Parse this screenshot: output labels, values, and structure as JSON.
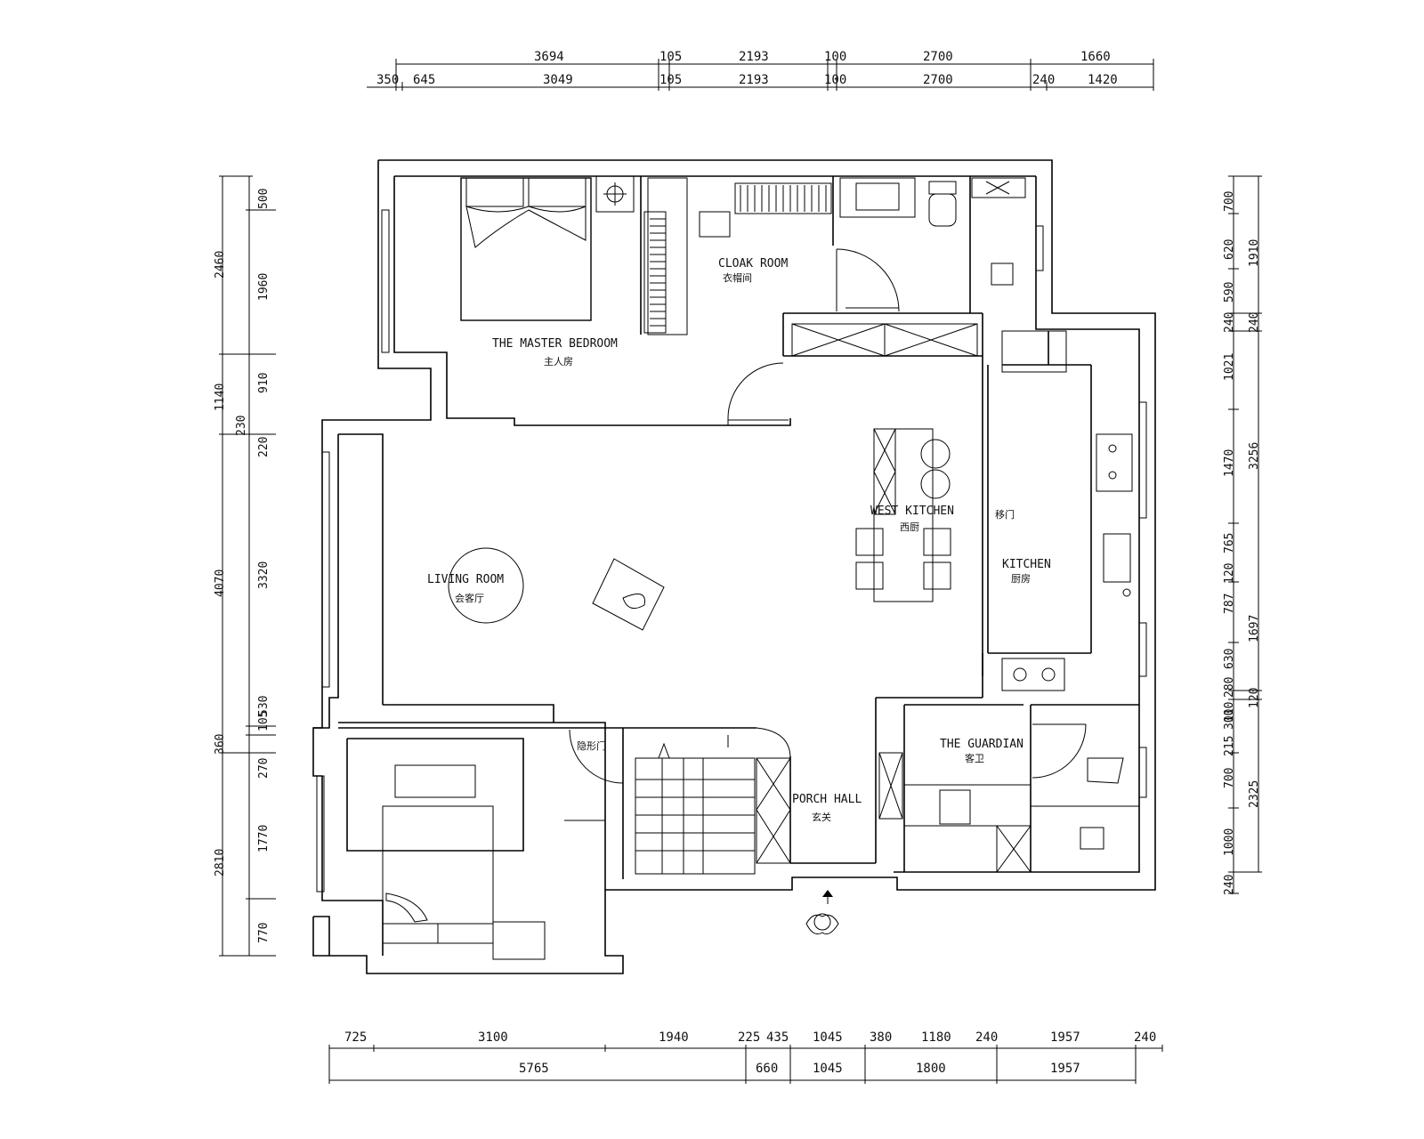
{
  "dimensions": {
    "top_outer": [
      "3694",
      "105",
      "2193",
      "100",
      "2700",
      "1660"
    ],
    "top_inner": [
      "350",
      "645",
      "3049",
      "105",
      "2193",
      "100",
      "2700",
      "240",
      "1420"
    ],
    "bottom_outer": [
      "725",
      "3100",
      "1940",
      "225",
      "435",
      "1045",
      "380",
      "1180",
      "240",
      "1957",
      "240"
    ],
    "bottom_inner": [
      "5765",
      "660",
      "1045",
      "1800",
      "1957"
    ],
    "left_outer": [
      "2460",
      "1140",
      "230",
      "4070",
      "360",
      "2810"
    ],
    "left_inner": [
      "500",
      "1960",
      "910",
      "220",
      "3320",
      "105",
      "530",
      "270",
      "1770",
      "770"
    ],
    "right_outer": [
      "1910",
      "240",
      "3256",
      "110",
      "280",
      "215",
      "2325",
      "240"
    ],
    "right_inner": [
      "700",
      "620",
      "590",
      "240",
      "1021",
      "1470",
      "765",
      "120",
      "787",
      "630",
      "1697",
      "120",
      "300",
      "700",
      "1000"
    ]
  },
  "rooms": {
    "master_bedroom": {
      "en": "THE MASTER BEDROOM",
      "cn": "主人房"
    },
    "cloak_room": {
      "en": "CLOAK ROOM",
      "cn": "衣帽间"
    },
    "living_room": {
      "en": "LIVING   ROOM",
      "cn": "会客厅"
    },
    "west_kitchen": {
      "en": "WEST   KITCHEN",
      "cn": "西厨"
    },
    "kitchen": {
      "en": "KITCHEN",
      "cn": "厨房"
    },
    "sliding_door": {
      "cn": "移门"
    },
    "guardian": {
      "en": "THE   GUARDIAN",
      "cn": "客卫"
    },
    "porch_hall": {
      "en": "PORCH HALL",
      "cn": "玄关"
    },
    "hidden_door": {
      "cn": "隐形门"
    }
  }
}
